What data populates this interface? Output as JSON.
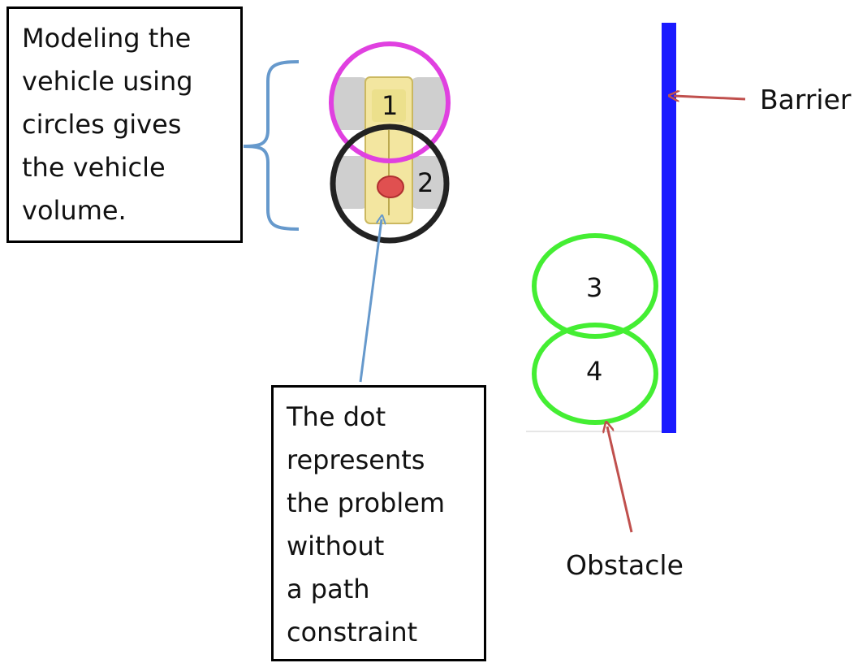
{
  "callouts": {
    "vehicle_model": {
      "lines": [
        "Modeling the",
        "vehicle using",
        "circles gives",
        "the vehicle",
        "volume."
      ]
    },
    "dot_note": {
      "lines": [
        "The dot",
        "represents",
        "the problem",
        "without",
        "a path",
        "constraint"
      ]
    }
  },
  "labels": {
    "barrier": "Barrier",
    "obstacle": "Obstacle"
  },
  "circles": {
    "c1": "1",
    "c2": "2",
    "c3": "3",
    "c4": "4"
  },
  "colors": {
    "vehicle_front_circle": "#e040e0",
    "vehicle_rear_circle": "#222222",
    "obstacle_circles": "#44ee33",
    "barrier": "#1a1aff",
    "red_dot": "#e05050",
    "callout_arrow": "#6699cc",
    "label_arrow": "#c0504d",
    "brace": "#6699cc"
  }
}
